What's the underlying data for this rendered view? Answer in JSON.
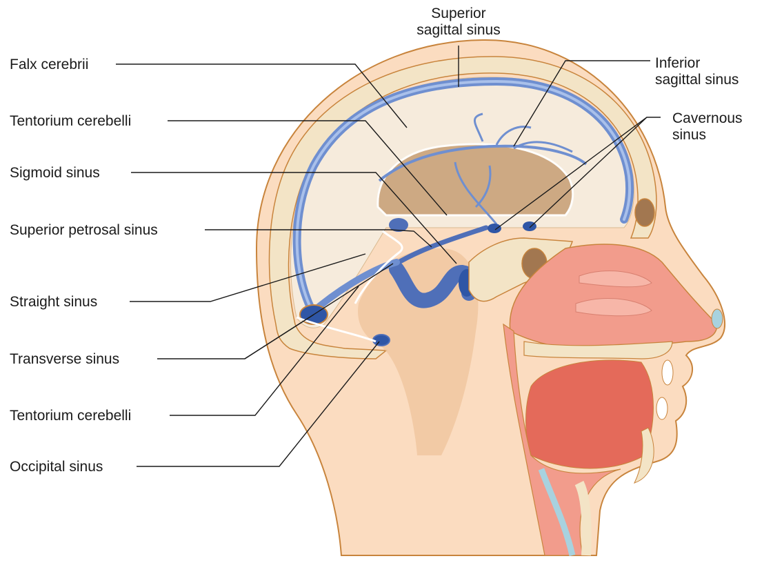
{
  "labels": {
    "superior_sagittal_sinus": [
      "Superior",
      "sagittal sinus"
    ],
    "inferior_sagittal_sinus": [
      "Inferior",
      "sagittal sinus"
    ],
    "cavernous_sinus": [
      "Cavernous",
      "sinus"
    ],
    "falx_cerebrii": "Falx cerebrii",
    "tentorium_cerebelli_upper": "Tentorium cerebelli",
    "sigmoid_sinus": "Sigmoid sinus",
    "superior_petrosal_sinus": "Superior petrosal sinus",
    "straight_sinus": "Straight sinus",
    "transverse_sinus": "Transverse sinus",
    "tentorium_cerebelli_lower": "Tentorium cerebelli",
    "occipital_sinus": "Occipital sinus"
  },
  "colors": {
    "skin": "#fbdcc0",
    "skin_outline": "#c8843c",
    "skull_bone": "#f3e4c6",
    "sinus_blue": "#6f8fd0",
    "sinus_dark": "#2f56a6",
    "dura_tan": "#c9a27a",
    "airway_pink": "#f29c8c",
    "tongue_red": "#e46a5a"
  }
}
